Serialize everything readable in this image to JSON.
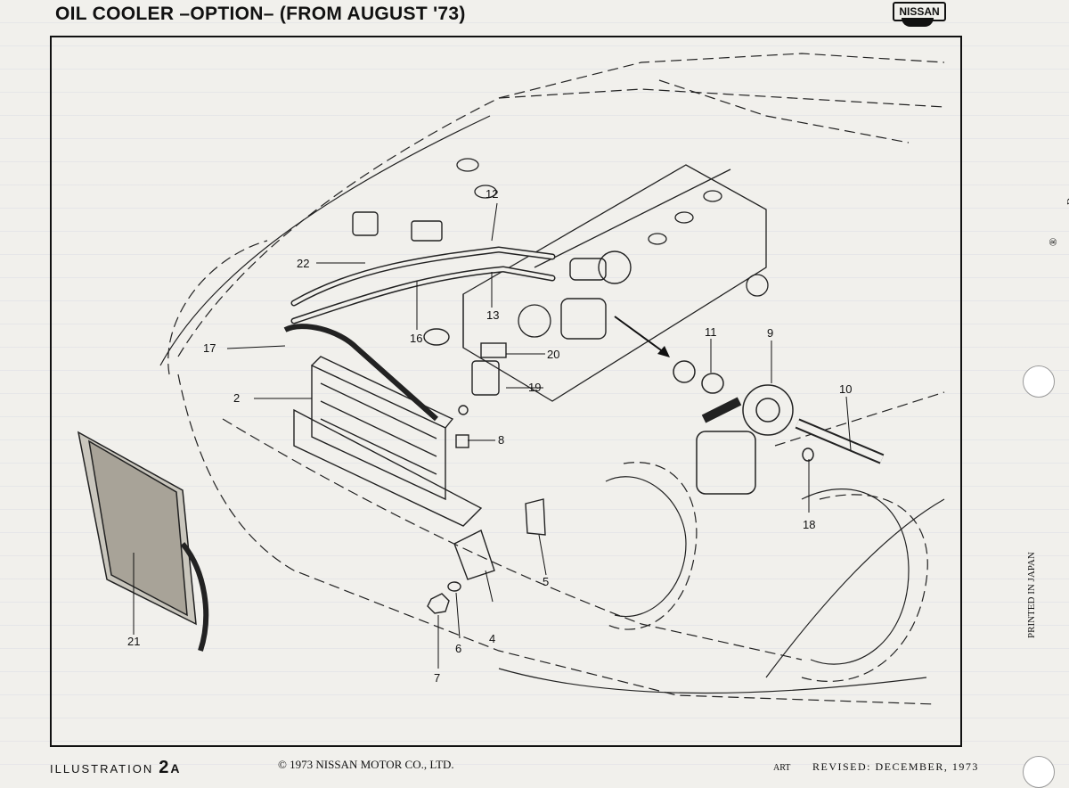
{
  "header": {
    "title": "OIL COOLER –OPTION– (FROM AUGUST '73)",
    "brand": "NISSAN"
  },
  "labels": [
    {
      "id": "2",
      "text": "2"
    },
    {
      "id": "4",
      "text": "4"
    },
    {
      "id": "5",
      "text": "5"
    },
    {
      "id": "6",
      "text": "6"
    },
    {
      "id": "7",
      "text": "7"
    },
    {
      "id": "8",
      "text": "8"
    },
    {
      "id": "9",
      "text": "9"
    },
    {
      "id": "10",
      "text": "10"
    },
    {
      "id": "11",
      "text": "11"
    },
    {
      "id": "12",
      "text": "12"
    },
    {
      "id": "13",
      "text": "13"
    },
    {
      "id": "16",
      "text": "16"
    },
    {
      "id": "17",
      "text": "17"
    },
    {
      "id": "18",
      "text": "18"
    },
    {
      "id": "19",
      "text": "19"
    },
    {
      "id": "20",
      "text": "20"
    },
    {
      "id": "21",
      "text": "21"
    },
    {
      "id": "22",
      "text": "22"
    }
  ],
  "footer": {
    "illustration": "ILLUSTRATION",
    "number": "2",
    "suffix": "A",
    "copyright": "© 1973 NISSAN MOTOR CO., LTD.",
    "art": "ART",
    "revised": "REVISED: DECEMBER, 1973"
  },
  "side": {
    "printed": "PRINTED IN JAPAN",
    "d": "D",
    "r": "®"
  }
}
